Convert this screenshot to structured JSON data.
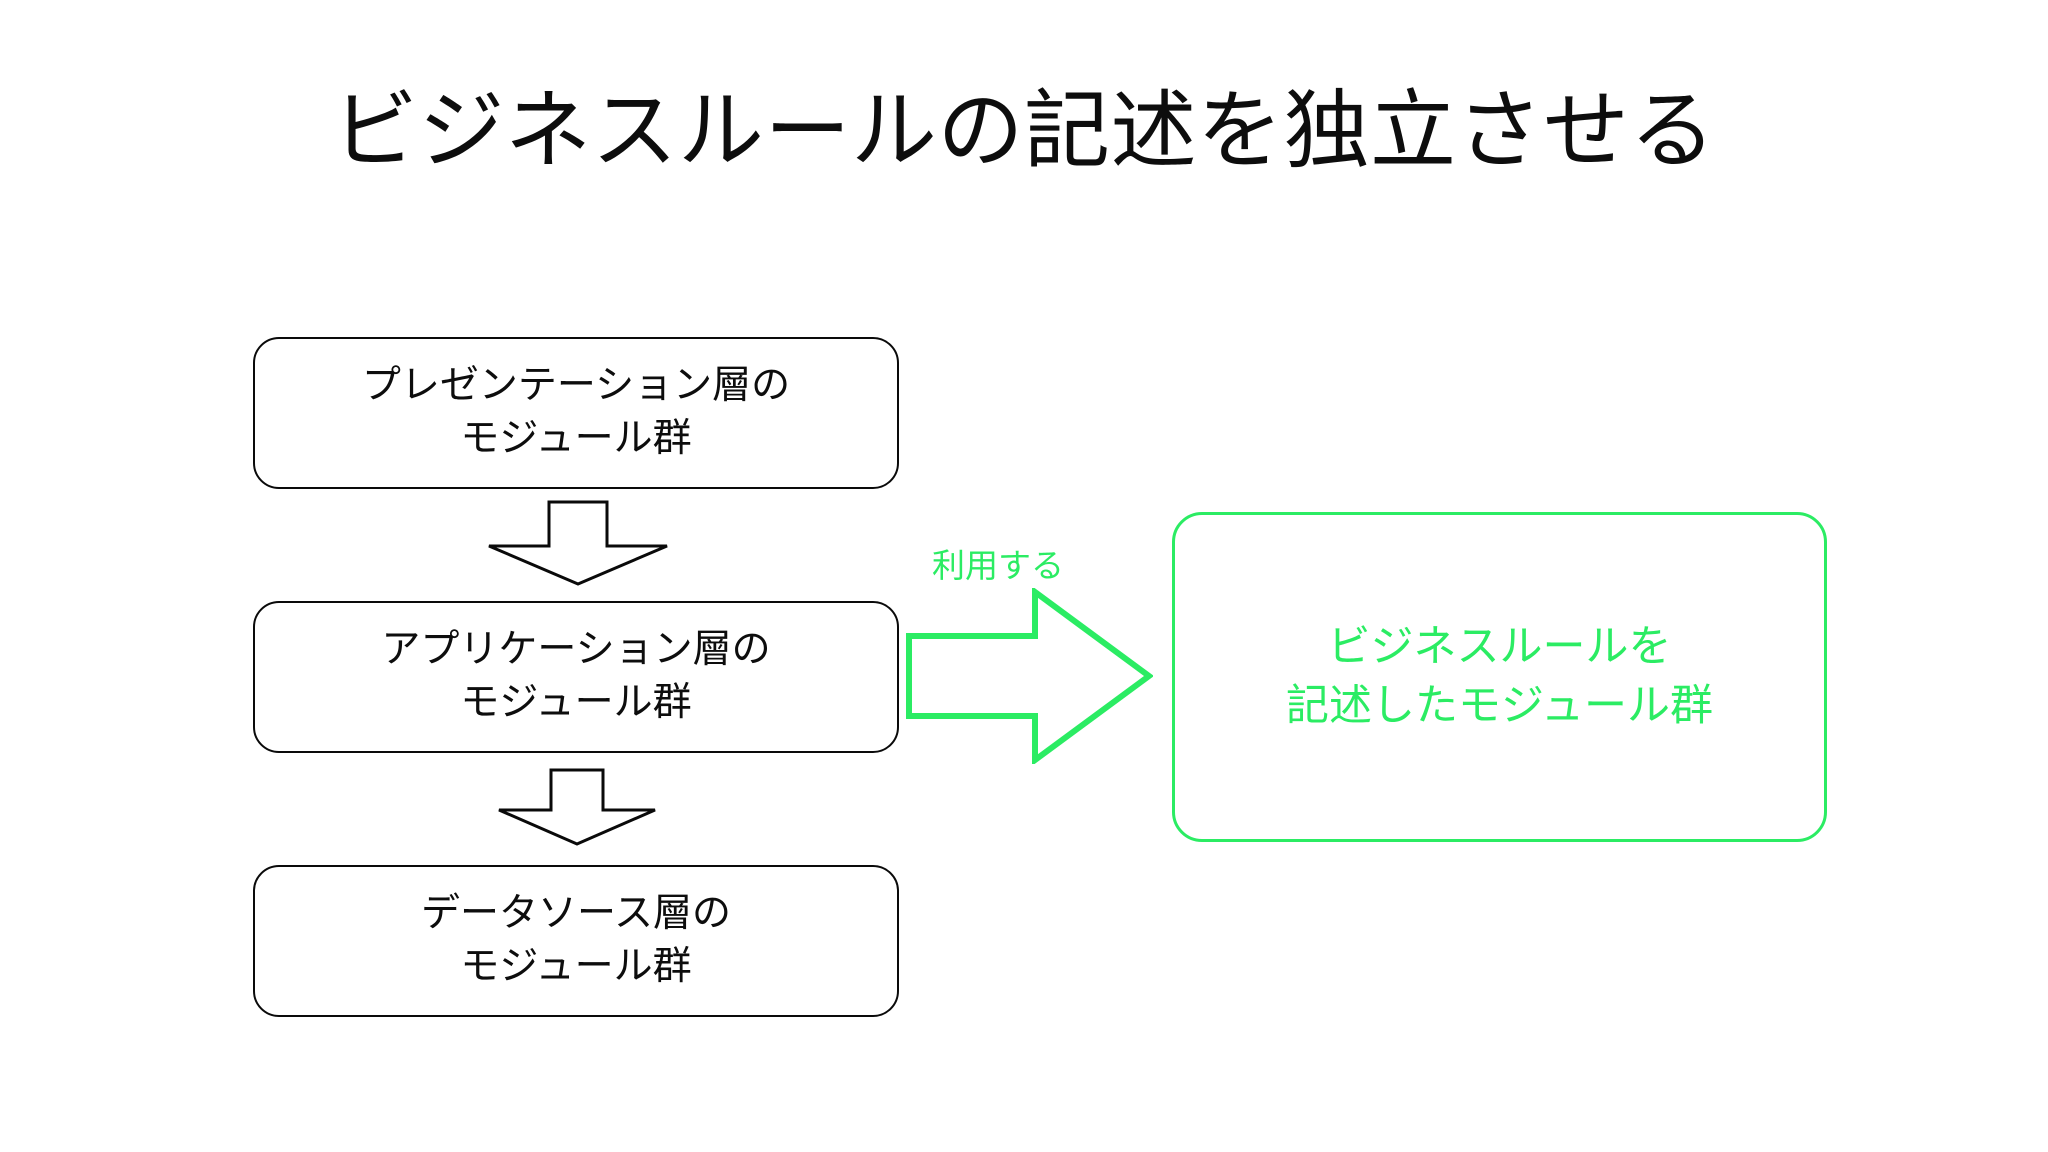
{
  "slide": {
    "background_color": "#ffffff",
    "title": "ビジネスルールの記述を独立させる",
    "title_color": "#0d0d0d",
    "accent_color": "#2bec63",
    "outline_color": "#0a0a0a"
  },
  "layers": [
    {
      "id": "presentation",
      "line1": "プレゼンテーション層の",
      "line2": "モジュール群"
    },
    {
      "id": "application",
      "line1": "アプリケーション層の",
      "line2": "モジュール群"
    },
    {
      "id": "datasource",
      "line1": "データソース層の",
      "line2": "モジュール群"
    }
  ],
  "connectors": {
    "down_arrow_1": "down-arrow-icon",
    "down_arrow_2": "down-arrow-icon",
    "use_arrow": "right-arrow-icon",
    "use_label": "利用する"
  },
  "rules_box": {
    "line1": "ビジネスルールを",
    "line2": "記述したモジュール群",
    "color": "#2bec63"
  }
}
